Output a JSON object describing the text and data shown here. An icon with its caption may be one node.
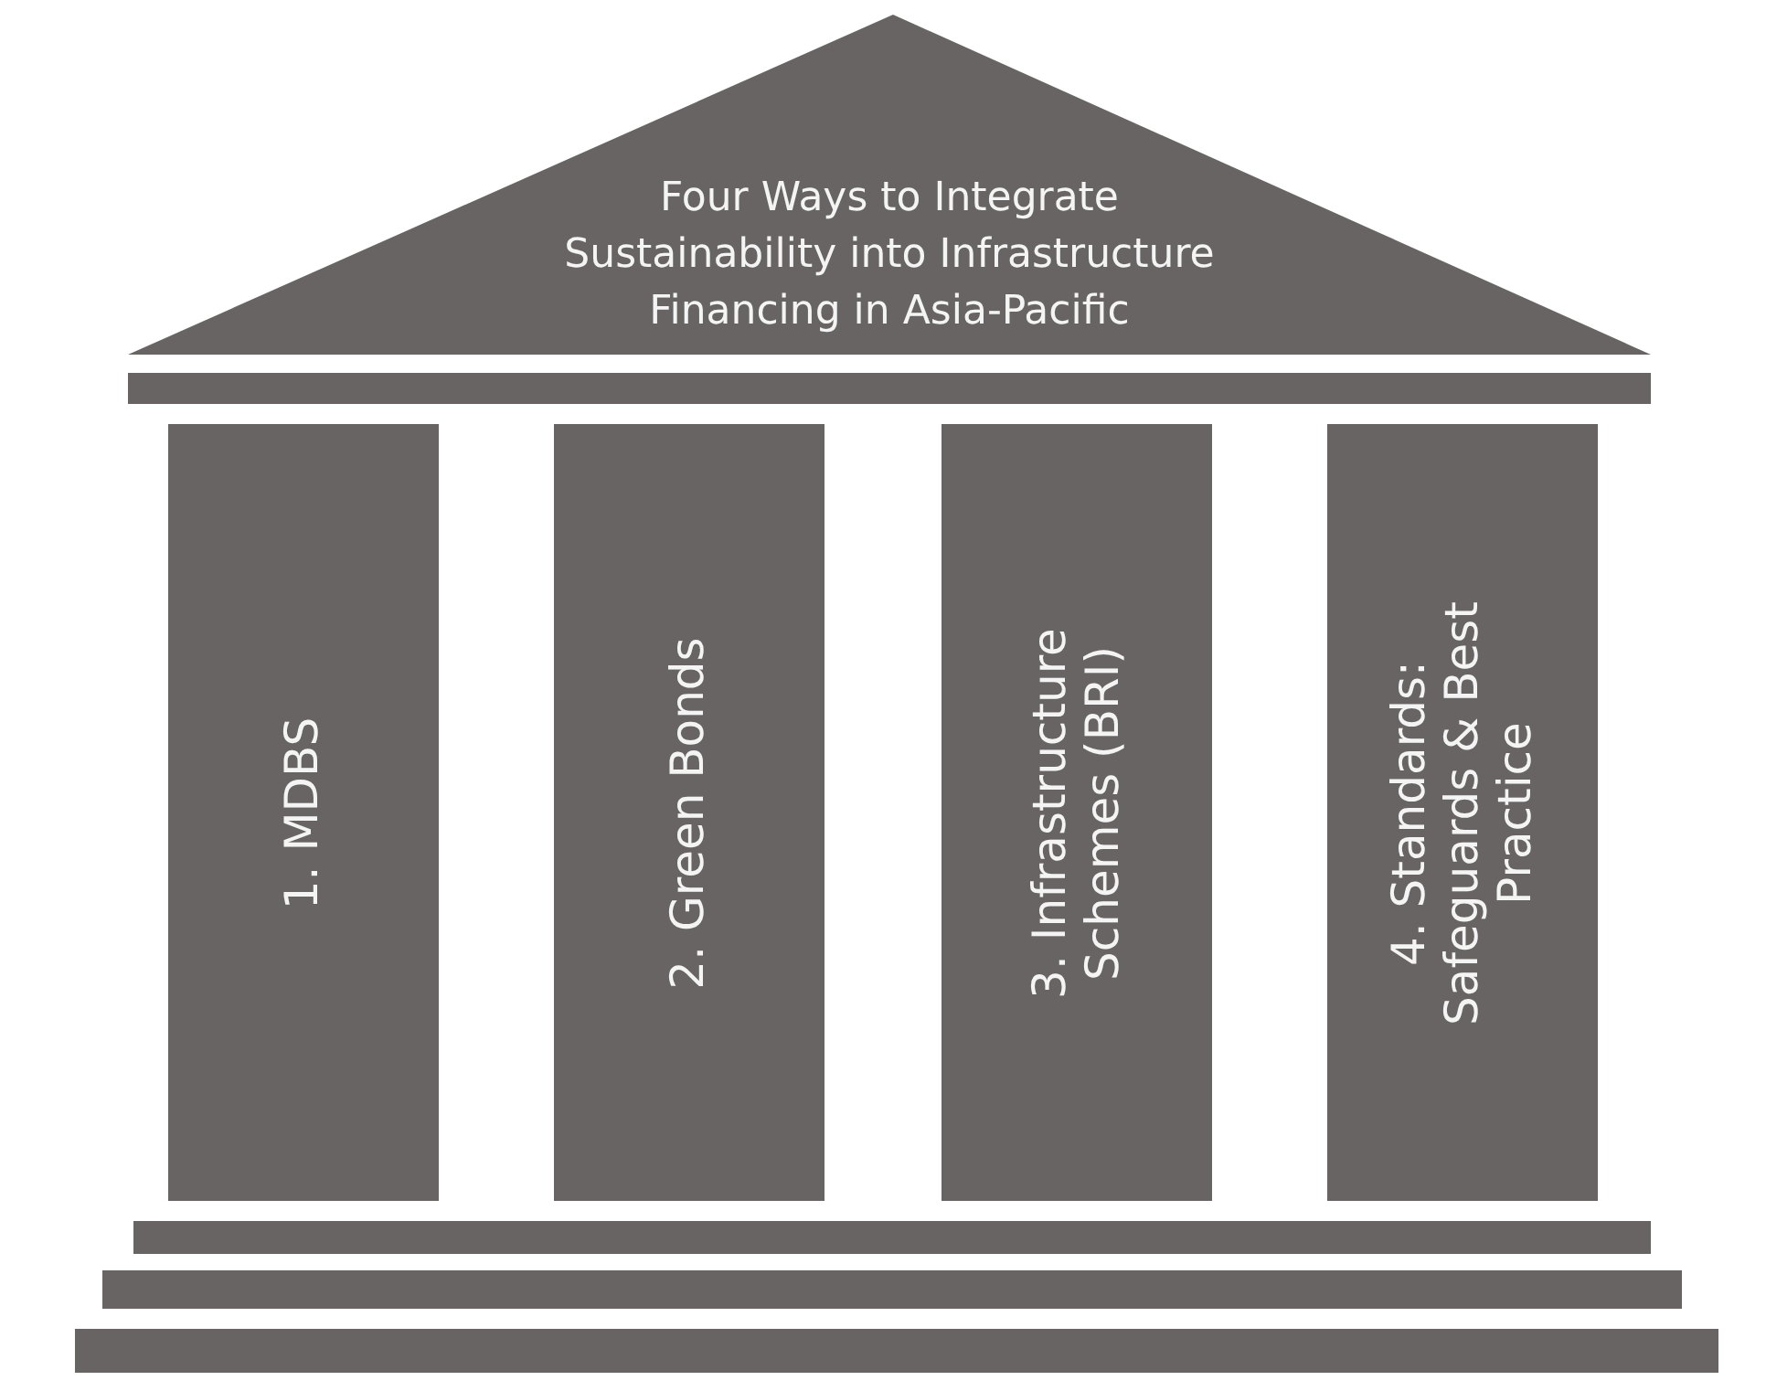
{
  "diagram": {
    "nodes": [
      {
        "text": [
          "Four Ways to Integrate Sustainability into Infrastructure Financing in Asia-Pacific"
        ]
      },
      {
        "text": [],
        "shape": "bar"
      },
      {
        "text": [
          "1. MDBS"
        ]
      },
      {
        "text": [
          "2. Green Bonds"
        ]
      },
      {
        "text": [
          "3. Infrastructure Schemes (BRI)"
        ]
      },
      {
        "text": [
          "4. Standards: Safeguards & Best Practice"
        ]
      },
      {
        "text": [],
        "shape": "bar"
      },
      {
        "text": [],
        "shape": "bar"
      },
      {
        "text": [],
        "shape": "bar"
      }
    ]
  }
}
